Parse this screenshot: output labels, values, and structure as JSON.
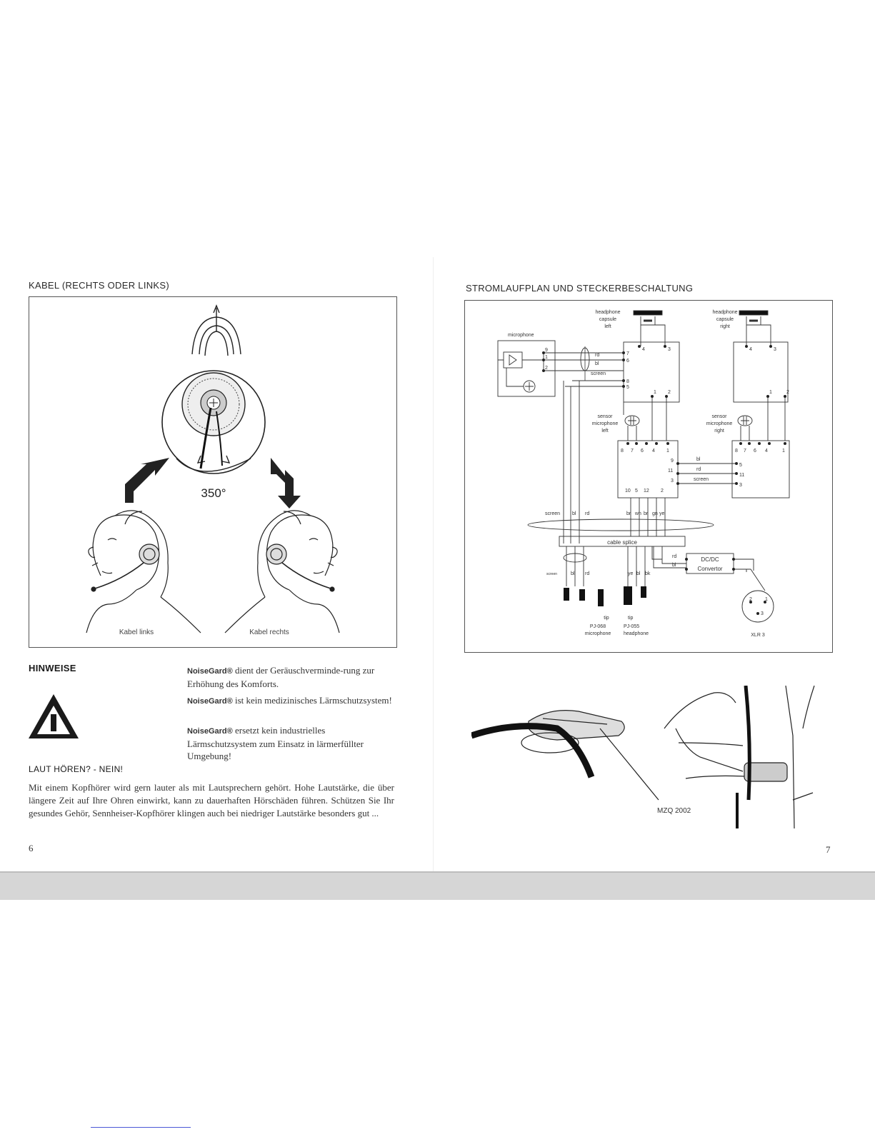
{
  "left_page": {
    "heading": "KABEL (RECHTS ODER LINKS)",
    "angle_label": "350°",
    "caption_left": "Kabel links",
    "caption_right": "Kabel rechts",
    "hinweise_title": "HINWEISE",
    "notes": [
      {
        "brand": "NoiseGard®",
        "text": " dient der Geräuschvermindе-rung zur Erhöhung des Komforts."
      },
      {
        "brand": "NoiseGard®",
        "text": " ist kein medizinisches Lärmschutzsystem!"
      },
      {
        "brand": "NoiseGard®",
        "text": " ersetzt kein industrielles Lärmschutzsystem zum Einsatz in lärmerfüllter Umgebung!"
      }
    ],
    "laut_title": "LAUT HÖREN? - NEIN!",
    "body": "Mit einem Kopfhörer wird gern lauter als mit Lautsprechern gehört. Hohe Lautstärke, die über längere Zeit auf Ihre Ohren einwirkt, kann zu dauerhaften Hörschäden führen. Schützen Sie Ihr gesundes Gehör, Sennheiser-Kopfhörer klingen auch bei niedriger Lautstärke besonders gut ...",
    "page_number": "6"
  },
  "right_page": {
    "heading": "STROMLAUFPLAN UND STECKERBESCHALTUNG",
    "diagram": {
      "microphone": "microphone",
      "hp_left": [
        "headphone",
        "capsule",
        "left"
      ],
      "hp_right": [
        "headphone",
        "capsule",
        "right"
      ],
      "sensor_left": [
        "sensor",
        "microphone",
        "left"
      ],
      "sensor_right": [
        "sensor",
        "microphone",
        "right"
      ],
      "wire_rd": "rd",
      "wire_bl": "bl",
      "wire_screen": "screen",
      "pins_8": "8",
      "pins_7": "7",
      "pins_6": "6",
      "pins_5": "5",
      "pins_4": "4",
      "pins_3": "3",
      "pins_2": "2",
      "pins_1": "1",
      "pins_9": "9",
      "pins_11": "11",
      "pins_10": "10",
      "pins_12": "12",
      "mic_pin_9": "9",
      "mic_pin_1": "1",
      "mic_pin_2": "2",
      "cable_splice": "cable splice",
      "splice_labels": [
        "screen",
        "bl",
        "rd",
        "br",
        "wh",
        "br",
        "gn",
        "ye"
      ],
      "lower_labels": [
        "screen",
        "bl",
        "rd",
        "ye",
        "bl",
        "bk"
      ],
      "dcdc": [
        "DC/DC",
        "Convertor"
      ],
      "tip_left": "tip",
      "tip_right": "tip",
      "pj068": [
        "PJ-068",
        "microphone"
      ],
      "pj055": [
        "PJ-055",
        "headphone"
      ],
      "xlr": "XLR 3",
      "xlr_pins": [
        "2",
        "1",
        "3"
      ]
    },
    "mzq": "MZQ 2002",
    "page_number": "7"
  }
}
